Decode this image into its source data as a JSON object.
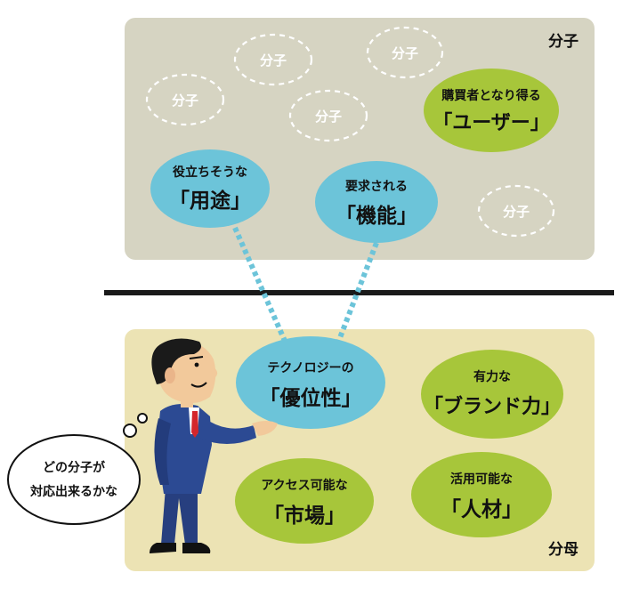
{
  "numerator": {
    "label": "分子",
    "placeholder": "分子",
    "placeholder_count": 5
  },
  "denominator": {
    "label": "分母"
  },
  "numerator_items": {
    "use": {
      "line1": "役立ちそうな",
      "line2": "「用途」"
    },
    "function": {
      "line1": "要求される",
      "line2": "「機能」"
    },
    "user": {
      "line1": "購買者となり得る",
      "line2": "「ユーザー」"
    }
  },
  "denominator_items": {
    "tech": {
      "line1": "テクノロジーの",
      "line2": "「優位性」"
    },
    "brand": {
      "line1": "有力な",
      "line2": "「ブランド力」"
    },
    "market": {
      "line1": "アクセス可能な",
      "line2": "「市場」"
    },
    "talent": {
      "line1": "活用可能な",
      "line2": "「人材」"
    }
  },
  "thought_bubble": {
    "line1": "どの分子が",
    "line2": "対応出来るかな"
  },
  "colors": {
    "numerator_bg": "#d6d4c2",
    "denominator_bg": "#ece3b4",
    "blue_ellipse": "#6cc4d9",
    "green_ellipse": "#a7c63a",
    "divider": "#1a1a1a",
    "dotted_link": "#6cc4d9"
  }
}
